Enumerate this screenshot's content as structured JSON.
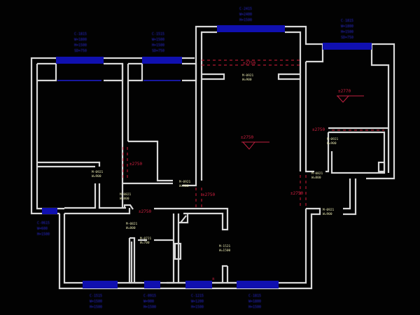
{
  "drawing": {
    "type": "floor-plan",
    "background": "#000000",
    "colors": {
      "wall": "#d8d8d8",
      "window": "#1010b0",
      "window_label": "#2a2ad8",
      "room_label": "#e8e8b0",
      "elevation": "#d02040"
    },
    "elevations": [
      {
        "id": "elev-living",
        "text": "±2750"
      },
      {
        "id": "elev-right-room",
        "text": "±2770"
      }
    ],
    "red_notes": [
      {
        "id": "note-top-hall",
        "text": "±2750"
      },
      {
        "id": "note-right-door",
        "text": "±2750"
      },
      {
        "id": "note-left-closet",
        "text": "±2750"
      },
      {
        "id": "note-center-door",
        "text": "±2750"
      },
      {
        "id": "note-living-side",
        "text": "±2750"
      },
      {
        "id": "note-right-side",
        "text": "±2750"
      },
      {
        "id": "note-bath",
        "text": "±2750"
      },
      {
        "id": "note-kitchen-bottom",
        "text": "±"
      }
    ],
    "window_labels": [
      {
        "id": "win-top-left",
        "lines": [
          "C-1815",
          "W=1800",
          "H=1500",
          "SD=750"
        ]
      },
      {
        "id": "win-top-mid",
        "lines": [
          "C-1515",
          "W=1500",
          "H=1500",
          "SD=750"
        ]
      },
      {
        "id": "win-top-center",
        "lines": [
          "C-2415",
          "W=2400",
          "H=1500"
        ]
      },
      {
        "id": "win-top-right",
        "lines": [
          "C-1815",
          "W=1800",
          "H=1500",
          "SD=750"
        ]
      },
      {
        "id": "win-left",
        "lines": [
          "C-0615",
          "W=600",
          "H=1500"
        ]
      },
      {
        "id": "win-bottom-1",
        "lines": [
          "C-1515",
          "W=1500",
          "H=1500"
        ]
      },
      {
        "id": "win-bottom-2",
        "lines": [
          "C-0915",
          "W=900",
          "H=1500"
        ]
      },
      {
        "id": "win-bottom-3",
        "lines": [
          "C-1215",
          "W=1200",
          "H=1500"
        ]
      },
      {
        "id": "win-bottom-4",
        "lines": [
          "C-1815",
          "W=1800",
          "H=1500"
        ]
      }
    ],
    "room_labels": [
      {
        "id": "door-top-hall",
        "lines": [
          "M-0921",
          "W=900"
        ]
      },
      {
        "id": "door-bedroom-left",
        "lines": [
          "M-0921",
          "W=900"
        ]
      },
      {
        "id": "door-bedroom-mid",
        "lines": [
          "M-0921",
          "W=900"
        ]
      },
      {
        "id": "door-entry",
        "lines": [
          "M-0821",
          "W=800"
        ]
      },
      {
        "id": "door-bath-left",
        "lines": [
          "M-0821",
          "W=800"
        ]
      },
      {
        "id": "door-bath-inner",
        "lines": [
          "M-0721",
          "W=700"
        ]
      },
      {
        "id": "door-kitchen",
        "lines": [
          "M-1521",
          "W=1500"
        ]
      },
      {
        "id": "door-right-room",
        "lines": [
          "M-0921",
          "W=900"
        ]
      },
      {
        "id": "door-right-bath",
        "lines": [
          "M-0821",
          "W=800"
        ]
      },
      {
        "id": "door-right-lower",
        "lines": [
          "M-0921",
          "W=900"
        ]
      }
    ]
  }
}
